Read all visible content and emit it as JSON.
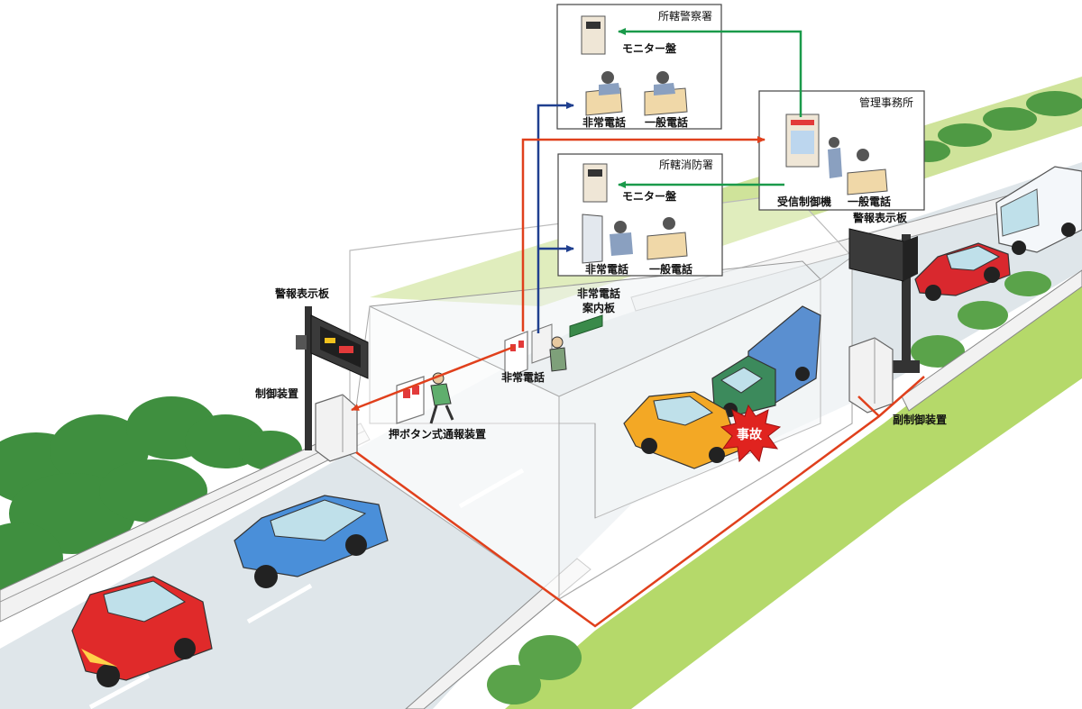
{
  "labels": {
    "police": "所轄警察署",
    "police_monitor": "モニター盤",
    "police_emergency_phone": "非常電話",
    "police_general_phone": "一般電話",
    "office": "管理事務所",
    "office_receiver": "受信制御機",
    "office_general_phone": "一般電話",
    "fire": "所轄消防署",
    "fire_monitor": "モニター盤",
    "fire_emergency_phone": "非常電話",
    "fire_general_phone": "一般電話",
    "guide_board_1": "非常電話",
    "guide_board_2": "案内板",
    "warning_board_left": "警報表示板",
    "warning_board_right": "警報表示板",
    "control_unit": "制御装置",
    "sub_control_unit": "副制御装置",
    "push_button_alarm": "押ボタン式通報装置",
    "tunnel_emergency_phone": "非常電話",
    "accident": "事故"
  },
  "colors": {
    "police_link": "#1a9a4a",
    "fire_link": "#1f3f8f",
    "alarm_line": "#e0401c",
    "road": "#dfe6ea",
    "grass": "#b5d96a",
    "trees": "#3f8f3f"
  }
}
